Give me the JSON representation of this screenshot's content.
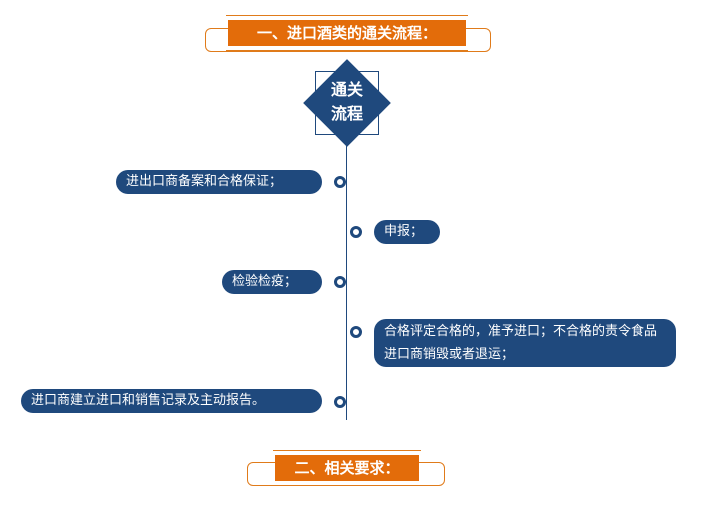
{
  "section1": {
    "title": "一、进口酒类的通关流程："
  },
  "center": {
    "line1": "通关",
    "line2": "流程"
  },
  "steps": [
    "进出口商备案和合格保证；",
    "申报；",
    "检验检疫；",
    "合格评定合格的，准予进口；不合格的责令食品进口商销毁或者退运；",
    "进口商建立进口和销售记录及主动报告。"
  ],
  "section2": {
    "title": "二、相关要求："
  },
  "colors": {
    "orange": "#e36c0a",
    "navy": "#1f497d"
  }
}
